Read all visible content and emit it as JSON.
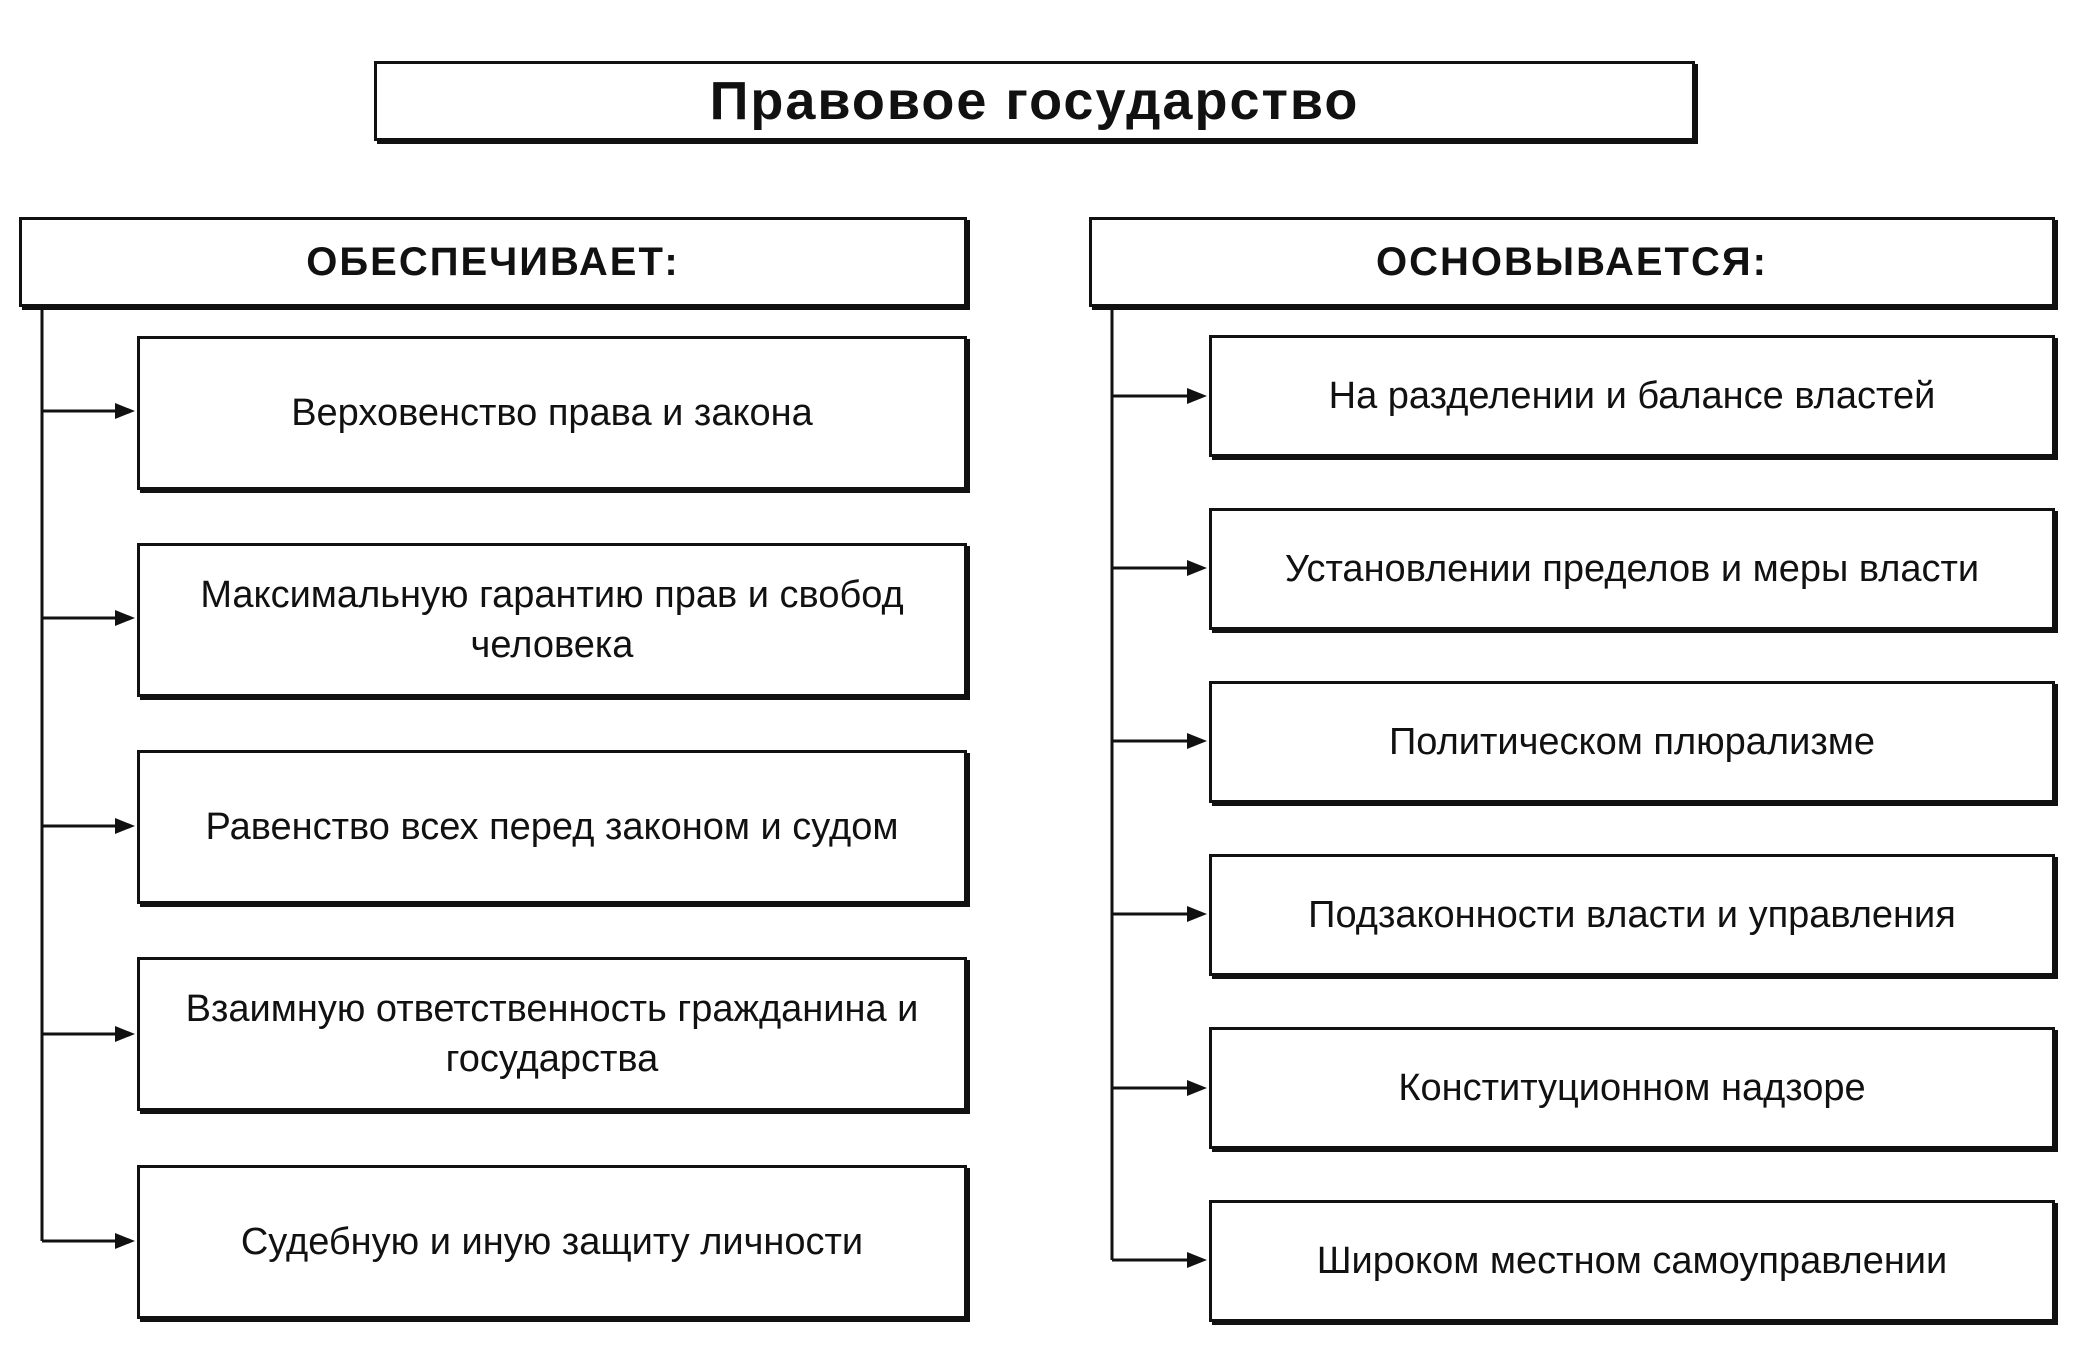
{
  "title": "Правовое государство",
  "left": {
    "header": "ОБЕСПЕЧИВАЕТ:",
    "items": [
      "Верховенство права и закона",
      "Максимальную гарантию прав и свобод человека",
      "Равенство всех перед законом и судом",
      "Взаимную ответственность гражданина и государства",
      "Судебную и иную защиту личности"
    ]
  },
  "right": {
    "header": "ОСНОВЫВАЕТСЯ:",
    "items": [
      "На разделении и балансе властей",
      "Установлении пределов и меры власти",
      "Политическом плюрализме",
      "Подзаконности власти и управления",
      "Конституционном надзоре",
      "Широком местном самоуправлении"
    ]
  }
}
